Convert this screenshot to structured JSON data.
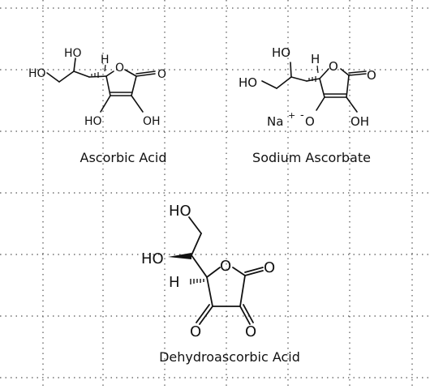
{
  "captions": {
    "ascorbic": "Ascorbic Acid",
    "sodium": "Sodium Ascorbate",
    "dehydro": "Dehydroascorbic Acid"
  },
  "atoms": {
    "ho": "HO",
    "oh": "OH",
    "o": "O",
    "h": "H",
    "na": "Na",
    "plus": "+",
    "minus": "-"
  }
}
